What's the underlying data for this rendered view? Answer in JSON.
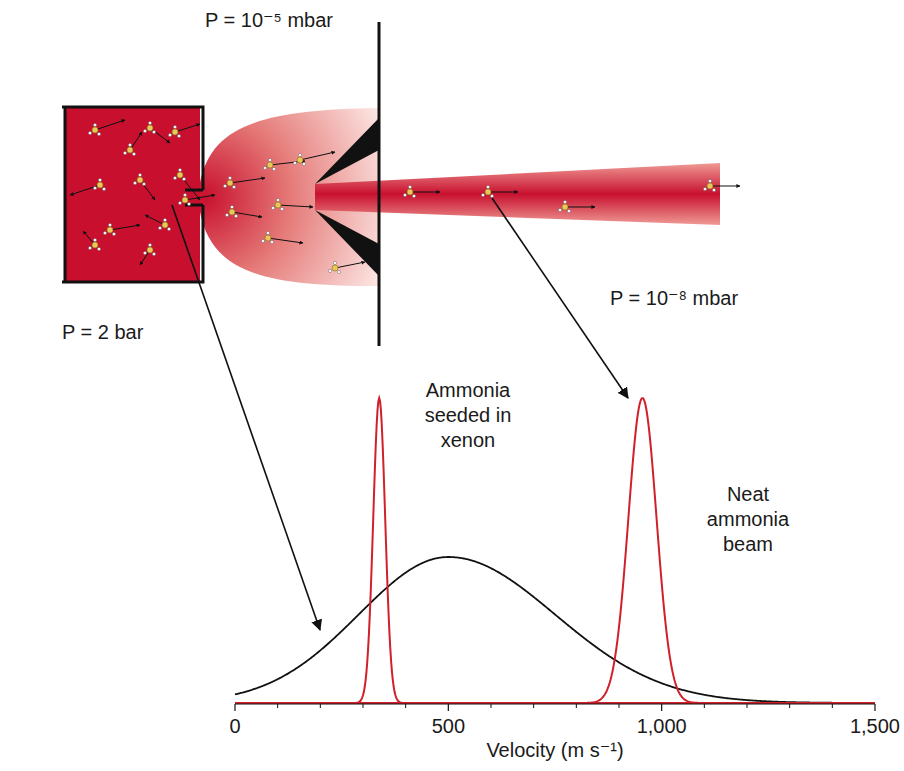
{
  "diagram": {
    "labels": [
      "P = 10⁻⁵ mbar",
      "P = 2 bar",
      "P = 10⁻⁸ mbar",
      "Ammonia seeded in xenon",
      "Neat ammonia beam",
      "0",
      "500",
      "1,000",
      "1,500",
      "Velocity (m s⁻¹)"
    ]
  }
}
